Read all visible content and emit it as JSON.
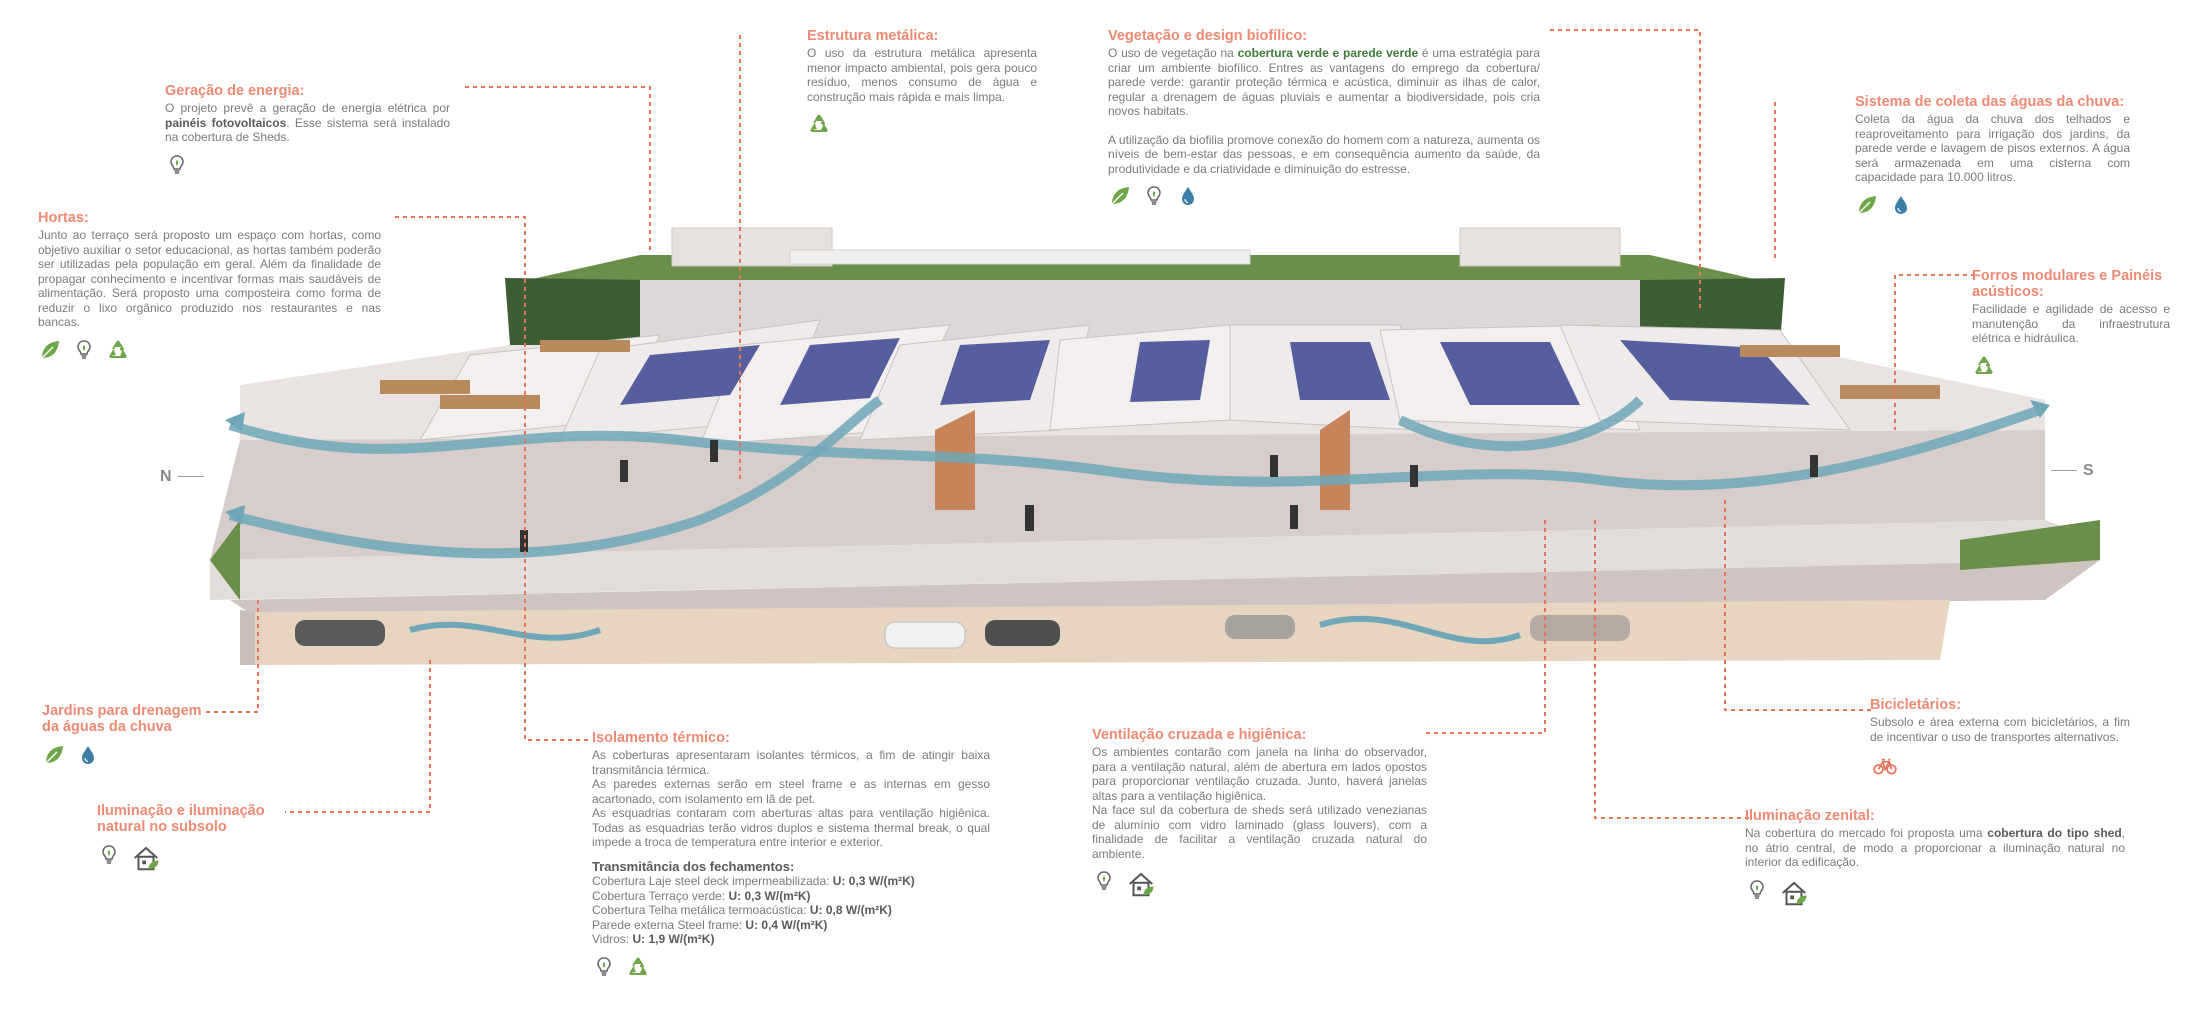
{
  "colors": {
    "accent": "#ee8a73",
    "leader": "#e8735a",
    "green": "#6fa64a",
    "blue": "#3d7ea6",
    "airflow": "#6fa7b8"
  },
  "compass": {
    "north": "N",
    "south": "S"
  },
  "blocks": {
    "geracao": {
      "title": "Geração de energia:",
      "pre": "O projeto prevê a geração de energia elétrica por ",
      "bold": "painéis fotovoltaicos",
      "post": ". Esse sistema será instalado na cobertura de Sheds.",
      "icons": [
        "lightbulb-icon"
      ]
    },
    "hortas": {
      "title": "Hortas:",
      "text": "Junto ao terraço será proposto um espaço com hortas, como objetivo auxiliar o setor educacional, as hortas também poderão ser utilizadas pela população  em geral. Além da finalidade de propagar conhecimento e incentivar formas mais saudáveis de alimentação. Será proposto uma composteira como forma de reduzir o lixo orgânico produzido nos restaurantes e nas bancas.",
      "icons": [
        "leaf-icon",
        "lightbulb-icon",
        "recycle-icon"
      ]
    },
    "estrutura": {
      "title": "Estrutura metálica:",
      "text": "O uso da estrutura metálica apresenta menor impacto ambiental, pois gera pouco resíduo, menos consumo de água e construção mais rápida e mais limpa.",
      "icons": [
        "recycle-icon"
      ]
    },
    "vegetacao": {
      "title": "Vegetação e design biofílico:",
      "pre": "O uso de vegetação na ",
      "bold": "cobertura verde e parede verde",
      "post": " é uma estratégia para criar um ambiente biofílico. Entres as vantagens do emprego da cobertura/ parede verde: garantir proteção térmica e acústica, diminuir as ilhas de calor, regular a drenagem de águas pluviais e aumentar a biodiversidade, pois cria novos habitats.",
      "text2": "A utilização da biofilia promove conexão do homem com a natureza, aumenta os níveis de bem-estar das pessoas, e em consequência aumento da saúde, da produtividade e da criatividade e diminuição do estresse.",
      "icons": [
        "leaf-icon",
        "lightbulb-icon",
        "water-drop-icon"
      ]
    },
    "coleta": {
      "title": "Sistema de coleta das águas da chuva:",
      "text": "Coleta da água da chuva dos telhados e reaproveitamento para irrigação dos jardins, da parede verde e lavagem de pisos externos. A água será armazenada em uma cisterna com capacidade para 10.000 litros.",
      "icons": [
        "leaf-icon",
        "water-drop-icon"
      ]
    },
    "forros": {
      "title": "Forros modulares e Painéis acústicos:",
      "text": "Facilidade e agilidade de acesso e manutenção da infraestrutura elétrica e hidráulica.",
      "icons": [
        "recycle-icon"
      ]
    },
    "jardins": {
      "title": "Jardins para drenagem da águas da chuva",
      "icons": [
        "leaf-icon",
        "water-drop-icon"
      ]
    },
    "iluminacao_subsolo": {
      "title": "Iluminação e iluminação natural no subsolo",
      "icons": [
        "lightbulb-icon",
        "eco-house-icon"
      ]
    },
    "isolamento": {
      "title": "Isolamento térmico:",
      "text": "As coberturas apresentaram isolantes térmicos, a fim de atingir baixa transmitância térmica.",
      "text2": "As paredes externas serão em steel frame e as internas em gesso acartonado, com isolamento em lã de pet.",
      "text3": "As esquadrias contaram com aberturas altas para ventilação higiênica. Todas as esquadrias terão vidros duplos e sistema thermal break, o qual impede a troca de temperatura entre interior e exterior.",
      "trans_title": "Transmitância dos fechamentos:",
      "trans": [
        {
          "label": "Cobertura Laje steel deck impermeabilizada: ",
          "value": "U: 0,3 W/(m²K)"
        },
        {
          "label": "Cobertura Terraço verde: ",
          "value": "U: 0,3 W/(m²K)"
        },
        {
          "label": "Cobertura Telha metálica termoacústica: ",
          "value": "U: 0,8 W/(m²K)"
        },
        {
          "label": "Parede externa Steel frame: ",
          "value": "U: 0,4 W/(m²K)"
        },
        {
          "label": "Vidros: ",
          "value": "U: 1,9 W/(m²K)"
        }
      ],
      "icons": [
        "lightbulb-icon",
        "recycle-icon"
      ]
    },
    "ventilacao": {
      "title": "Ventilação cruzada e higiênica:",
      "text": "Os ambientes contarão com janela na linha do observador, para a ventilação natural, além de abertura em lados opostos para proporcionar ventilação cruzada. Junto, haverá janelas altas para a ventilação higiênica.",
      "text2": "Na face sul da cobertura de sheds será utilizado venezianas de alumínio com vidro laminado (glass louvers), com a finalidade de facilitar a ventilação cruzada natural  do ambiente.",
      "icons": [
        "lightbulb-icon",
        "eco-house-icon"
      ]
    },
    "bicicletarios": {
      "title": "Bicicletários:",
      "text": "Subsolo e área externa com  bicicletários, a fim de incentivar o uso de transportes alternativos.",
      "icons": [
        "bicycle-icon"
      ]
    },
    "zenital": {
      "title": "Iluminação zenital:",
      "pre": "Na cobertura do mercado foi proposta uma ",
      "bold": "cobertura do tipo shed",
      "post": ", no átrio central, de modo a proporcionar a iluminação natural no interior da edificação.",
      "icons": [
        "lightbulb-icon",
        "eco-house-icon"
      ]
    }
  }
}
